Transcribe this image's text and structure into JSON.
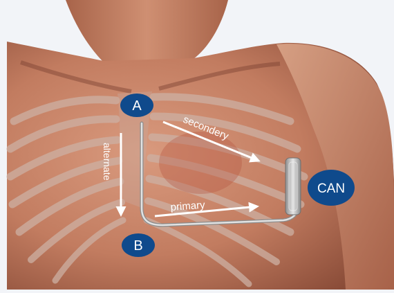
{
  "labels": {
    "point_a": "A",
    "point_b": "B",
    "can": "CAN",
    "secondary": "secondery",
    "primary": "primary",
    "alternate": "alternate"
  },
  "colors": {
    "background": "#f2f4f8",
    "skin_light": "#d9967a",
    "skin_mid": "#c07a5e",
    "skin_dark": "#7d4432",
    "bone": "#c9a89b",
    "marker_fill": "#0f4a8c",
    "marker_text": "#ffffff",
    "arrow": "#ffffff",
    "lead": "#d8d8d8",
    "device": "#b9b9b9"
  }
}
